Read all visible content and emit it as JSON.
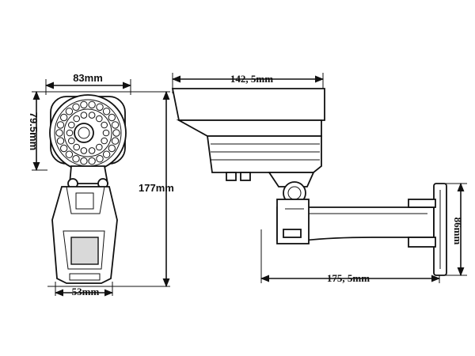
{
  "dimensions": {
    "front_width": "83mm",
    "front_height": "79.5mm",
    "total_height": "177mm",
    "bracket_width": "53mm",
    "housing_length": "142, 5mm",
    "total_length": "175, 5mm",
    "mount_height": "86mm"
  }
}
